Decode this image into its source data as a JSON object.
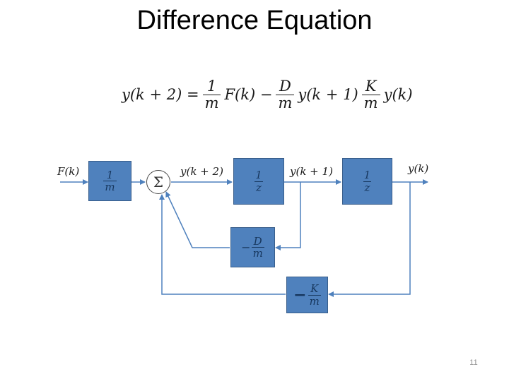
{
  "slide": {
    "title": "Difference Equation",
    "page_number": "11"
  },
  "equation": {
    "lhs": "y(k + 2) =",
    "t1_num": "1",
    "t1_den": "m",
    "t1_var": "F(k) −",
    "t2_num": "D",
    "t2_den": "m",
    "t2_var": "y(k + 1)",
    "t3_num": "K",
    "t3_den": "m",
    "t3_var": "y(k)"
  },
  "diagram": {
    "input_label": "F(k)",
    "gain_block": {
      "num": "1",
      "den": "m"
    },
    "summer_symbol": "Σ",
    "sum_output_label": "y(k + 2)",
    "delay_block_1": {
      "num": "1",
      "den": "z"
    },
    "mid_label": "y(k + 1)",
    "delay_block_2": {
      "num": "1",
      "den": "z"
    },
    "output_label": "y(k)",
    "damping_block": {
      "sign": "−",
      "num": "D",
      "den": "m"
    },
    "spring_block": {
      "sign": "−",
      "num": "K",
      "den": "m"
    }
  }
}
